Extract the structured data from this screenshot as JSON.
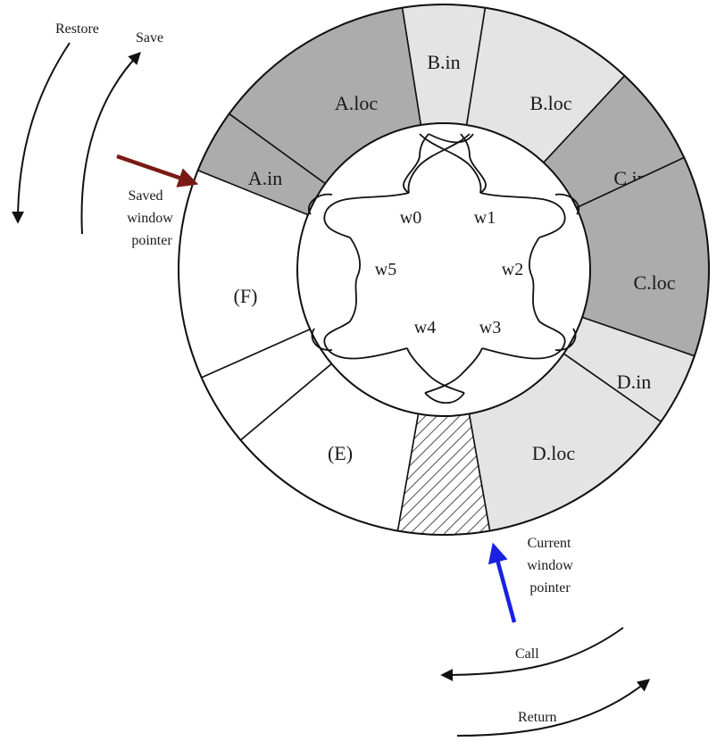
{
  "arrows": {
    "restore": "Restore",
    "save": "Save",
    "call": "Call",
    "return": "Return"
  },
  "pointers": {
    "saved": [
      "Saved",
      "window",
      "pointer"
    ],
    "current": [
      "Current",
      "window",
      "pointer"
    ]
  },
  "windows": [
    {
      "label": "w0"
    },
    {
      "label": "w1"
    },
    {
      "label": "w2"
    },
    {
      "label": "w3"
    },
    {
      "label": "w4"
    },
    {
      "label": "w5"
    }
  ],
  "segments": [
    {
      "label": "B.in",
      "fill": "#e4e4e4"
    },
    {
      "label": "B.loc",
      "fill": "#e4e4e4"
    },
    {
      "label": "C.in",
      "fill": "#acacac"
    },
    {
      "label": "C.loc",
      "fill": "#acacac"
    },
    {
      "label": "D.in",
      "fill": "#e4e4e4"
    },
    {
      "label": "D.loc",
      "fill": "#e4e4e4"
    },
    {
      "label": "",
      "fill": "hatched"
    },
    {
      "label": "(E)",
      "fill": "#ffffff"
    },
    {
      "label": "",
      "fill": "#ffffff"
    },
    {
      "label": "(F)",
      "fill": "#ffffff"
    },
    {
      "label": "A.in",
      "fill": "#acacac"
    },
    {
      "label": "A.loc",
      "fill": "#acacac"
    }
  ],
  "colors": {
    "saved_pointer_arrow": "#7a1a14",
    "current_pointer_arrow": "#1a22e0",
    "outline": "#111111"
  }
}
